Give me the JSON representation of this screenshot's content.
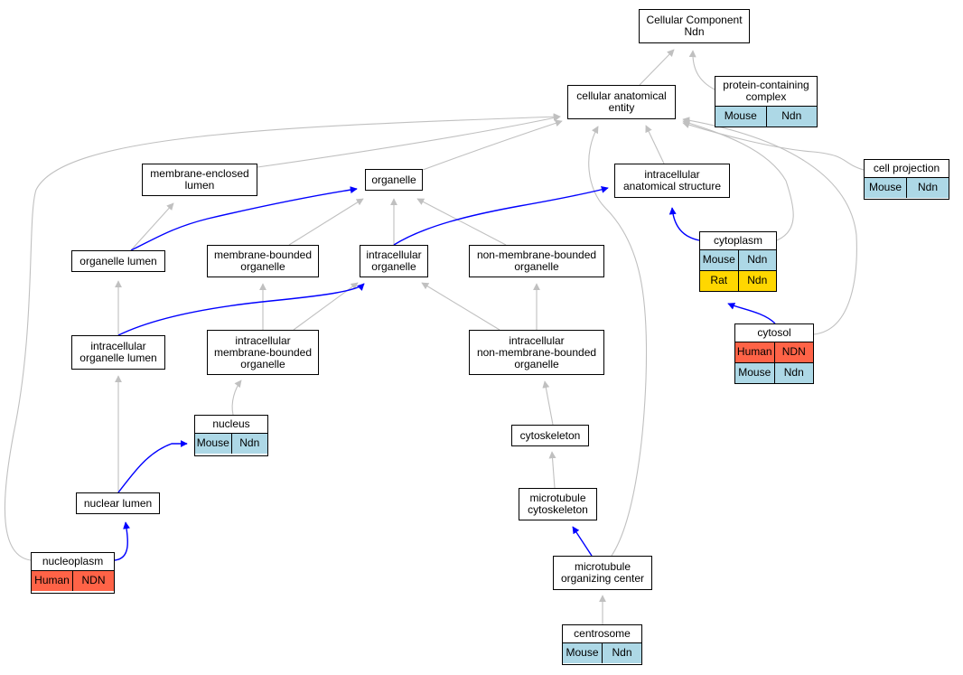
{
  "colors": {
    "is_a_edge": "#c0c0c0",
    "part_of_edge": "#0000ff",
    "mouse": "#add8e6",
    "rat": "#ffd700",
    "human": "#ff6347"
  },
  "nodes": {
    "cellular_component": {
      "label": "Cellular Component\nNdn"
    },
    "protein_containing_complex": {
      "label": "protein-containing\ncomplex",
      "rows": [
        [
          "Mouse",
          "Ndn"
        ]
      ]
    },
    "cellular_anatomical_entity": {
      "label": "cellular anatomical\nentity"
    },
    "cell_projection": {
      "label": "cell projection",
      "rows": [
        [
          "Mouse",
          "Ndn"
        ]
      ]
    },
    "membrane_enclosed_lumen": {
      "label": "membrane-enclosed\nlumen"
    },
    "organelle": {
      "label": "organelle"
    },
    "intracellular_anatomical_structure": {
      "label": "intracellular\nanatomical structure"
    },
    "organelle_lumen": {
      "label": "organelle lumen"
    },
    "membrane_bounded_organelle": {
      "label": "membrane-bounded\norganelle"
    },
    "intracellular_organelle": {
      "label": "intracellular\norganelle"
    },
    "non_membrane_bounded_organelle": {
      "label": "non-membrane-bounded\norganelle"
    },
    "cytoplasm": {
      "label": "cytoplasm",
      "rows": [
        [
          "Mouse",
          "Ndn"
        ],
        [
          "Rat",
          "Ndn"
        ]
      ]
    },
    "intracellular_organelle_lumen": {
      "label": "intracellular\norganelle lumen"
    },
    "intracellular_membrane_bounded_organelle": {
      "label": "intracellular\nmembrane-bounded\norganelle"
    },
    "intracellular_non_membrane_bounded_organelle": {
      "label": "intracellular\nnon-membrane-bounded\norganelle"
    },
    "cytosol": {
      "label": "cytosol",
      "rows": [
        [
          "Human",
          "NDN"
        ],
        [
          "Mouse",
          "Ndn"
        ]
      ]
    },
    "nucleus": {
      "label": "nucleus",
      "rows": [
        [
          "Mouse",
          "Ndn"
        ]
      ]
    },
    "cytoskeleton": {
      "label": "cytoskeleton"
    },
    "nuclear_lumen": {
      "label": "nuclear lumen"
    },
    "microtubule_cytoskeleton": {
      "label": "microtubule\ncytoskeleton"
    },
    "nucleoplasm": {
      "label": "nucleoplasm",
      "rows": [
        [
          "Human",
          "NDN"
        ]
      ]
    },
    "microtubule_organizing_center": {
      "label": "microtubule\norganizing center"
    },
    "centrosome": {
      "label": "centrosome",
      "rows": [
        [
          "Mouse",
          "Ndn"
        ]
      ]
    }
  }
}
